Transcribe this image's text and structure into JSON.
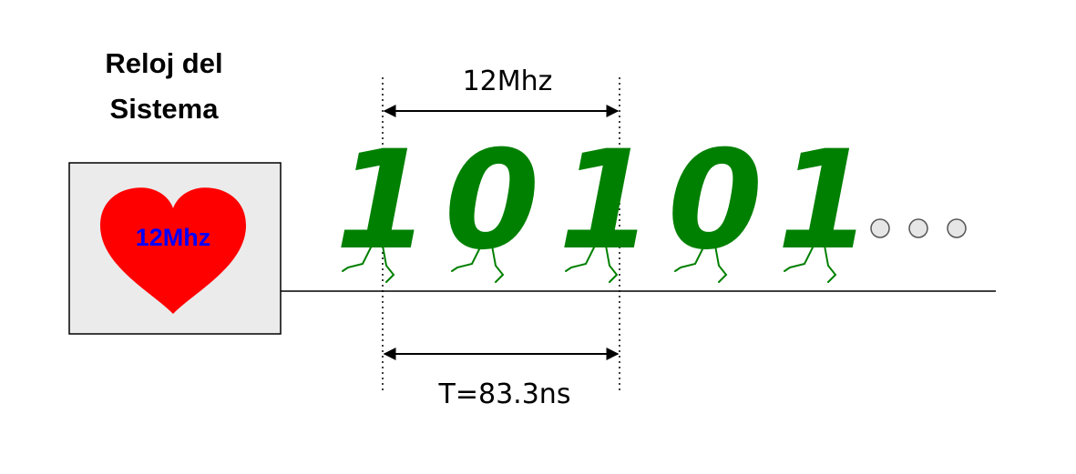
{
  "title": {
    "line1": "Reloj del",
    "line2": "Sistema"
  },
  "clock": {
    "label": "12Mhz"
  },
  "frequency_label": "12Mhz",
  "period_label": "T=83.3ns",
  "bits": [
    "1",
    "0",
    "1",
    "0",
    "1"
  ],
  "continuation_dots": 3,
  "colors": {
    "heart": "#ff0000",
    "heart_text": "#0000ff",
    "bits": "#008000",
    "box_fill": "#ebebeb",
    "dots_fill": "#e6e6e6"
  }
}
